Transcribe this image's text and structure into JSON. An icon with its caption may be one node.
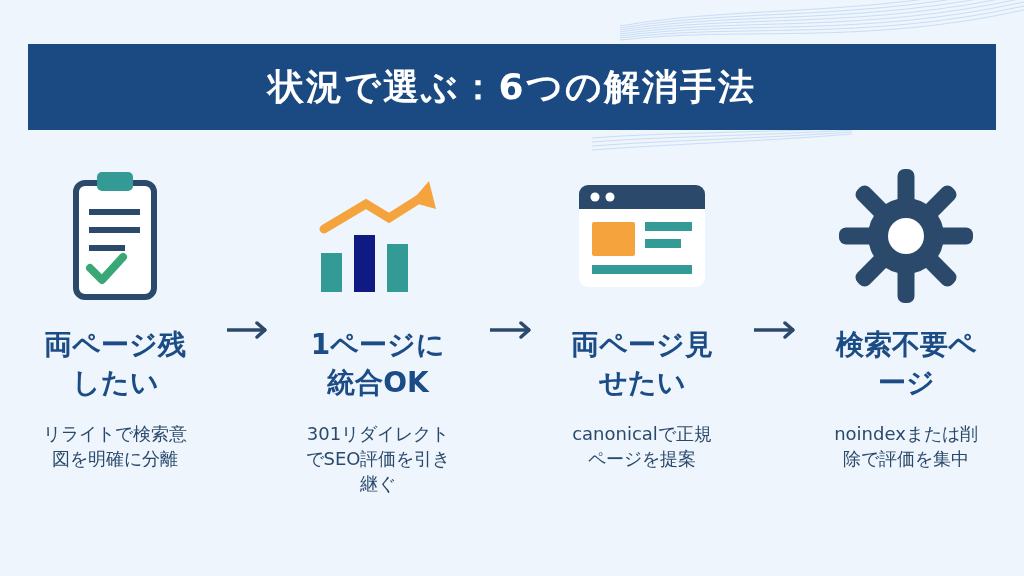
{
  "diagram": {
    "title": "状況で選ぶ：6つの解消手法",
    "nodes": [
      {
        "text": [
          "両ページ残したい",
          "リライトで検索意図を明確に分離"
        ]
      },
      {
        "text": [
          "1ページに統合OK",
          "301リダイレクトでSEO評価を引き継ぐ"
        ]
      },
      {
        "text": [
          "両ページ見せたい",
          "canonicalで正規ページを提案"
        ]
      },
      {
        "text": [
          "検索不要ページ",
          "noindexまたは削除で評価を集中"
        ]
      }
    ],
    "edges": [
      {
        "from": 0,
        "to": 1,
        "arrow": "to"
      },
      {
        "from": 1,
        "to": 2,
        "arrow": "to"
      },
      {
        "from": 2,
        "to": 3,
        "arrow": "to"
      }
    ]
  }
}
